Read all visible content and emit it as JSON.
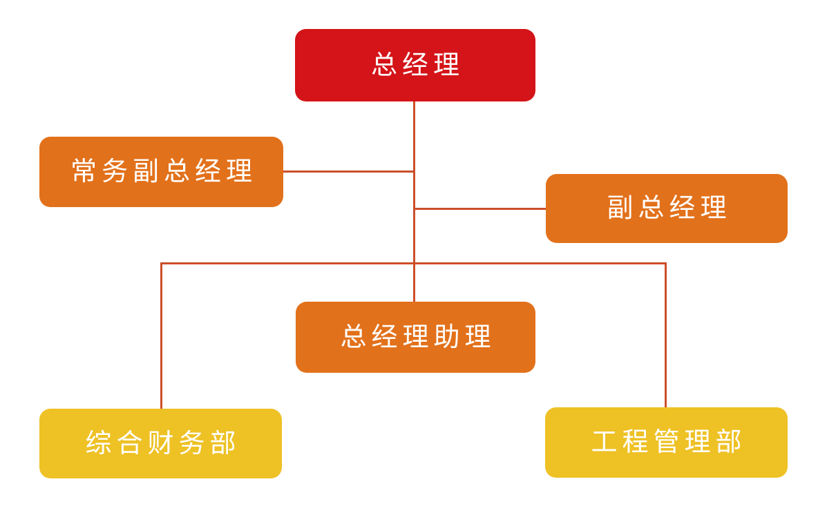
{
  "diagram": {
    "type": "org-chart",
    "background": "#ffffff",
    "connector_color": "#cc4e29",
    "text_color": "#ffffff",
    "level_colors": {
      "level1": "#d41418",
      "level2": "#e2711b",
      "level3": "#eec125"
    },
    "nodes": [
      {
        "id": "general-manager",
        "label": "总经理",
        "level": 1,
        "fill": "#d41418"
      },
      {
        "id": "executive-deputy-general-manager",
        "label": "常务副总经理",
        "level": 2,
        "fill": "#e2711b"
      },
      {
        "id": "deputy-general-manager",
        "label": "副总经理",
        "level": 2,
        "fill": "#e2711b"
      },
      {
        "id": "general-manager-assistant",
        "label": "总经理助理",
        "level": 2,
        "fill": "#e2711b"
      },
      {
        "id": "finance-department",
        "label": "综合财务部",
        "level": 3,
        "fill": "#eec125"
      },
      {
        "id": "engineering-department",
        "label": "工程管理部",
        "level": 3,
        "fill": "#eec125"
      }
    ],
    "edges": [
      {
        "from": "general-manager",
        "to": "executive-deputy-general-manager"
      },
      {
        "from": "general-manager",
        "to": "deputy-general-manager"
      },
      {
        "from": "general-manager",
        "to": "general-manager-assistant"
      },
      {
        "from": "general-manager",
        "to": "finance-department"
      },
      {
        "from": "general-manager",
        "to": "engineering-department"
      }
    ]
  }
}
